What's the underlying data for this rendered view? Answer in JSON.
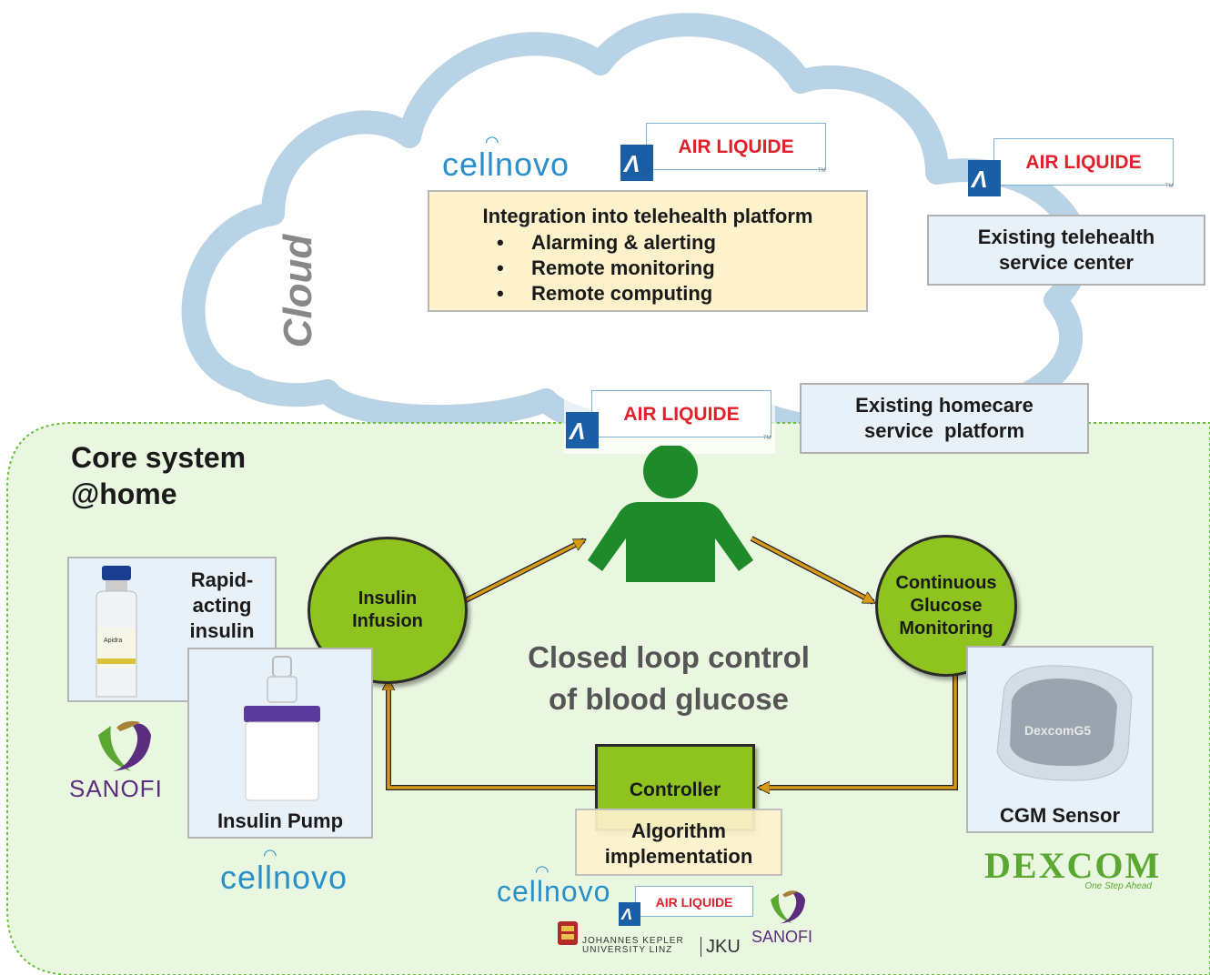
{
  "cloud": {
    "label": "Cloud"
  },
  "logos": {
    "air_liquide": "AIR LIQUIDE",
    "cellnovo": "cellnovo",
    "sanofi": "SANOFI",
    "dexcom": "Dexcom",
    "dexcom_tagline": "One Step Ahead",
    "jku_name": "JOHANNES KEPLER\nUNIVERSITY LINZ",
    "jku_abbr": "JKU",
    "dexcom_g5_label": "DexcomG5"
  },
  "telehealth_integration": {
    "heading": "Integration into telehealth platform",
    "bullets": [
      "Alarming & alerting",
      "Remote monitoring",
      "Remote computing"
    ]
  },
  "existing_telehealth": {
    "line1": "Existing telehealth",
    "line2": "service center"
  },
  "existing_homecare": {
    "line1": "Existing homecare",
    "line2": "service  platform"
  },
  "core_system": {
    "line1": "Core system",
    "line2": "@home"
  },
  "nodes": {
    "insulin_infusion": {
      "line1": "Insulin",
      "line2": "Infusion"
    },
    "cgm": {
      "line1": "Continuous",
      "line2": "Glucose",
      "line3": "Monitoring"
    },
    "controller": "Controller"
  },
  "center_text": {
    "line1": "Closed loop control",
    "line2": "of blood glucose"
  },
  "algorithm": {
    "line1": "Algorithm",
    "line2": "implementation"
  },
  "devices": {
    "rapid_insulin": {
      "line1": "Rapid-",
      "line2": "acting",
      "line3": "insulin"
    },
    "insulin_pump": "Insulin Pump",
    "cgm_sensor": "CGM Sensor",
    "vial_label": "Apidra"
  },
  "colors": {
    "cloud": "#b9d3e6",
    "core_bg": "#eaf7e0",
    "core_border": "#6cbf3c",
    "node_green": "#8fc31f",
    "person": "#1f8a2a",
    "arrow": "#d99a1a",
    "telehealth_fill": "#fdf2cc",
    "service_fill": "#e8f0f8",
    "air_liquide_red": "#e0202a",
    "air_liquide_blue": "#1a5fa6",
    "cellnovo_blue": "#2b8fc9",
    "sanofi_purple": "#5a2d7e",
    "dexcom_green": "#5aa832"
  }
}
